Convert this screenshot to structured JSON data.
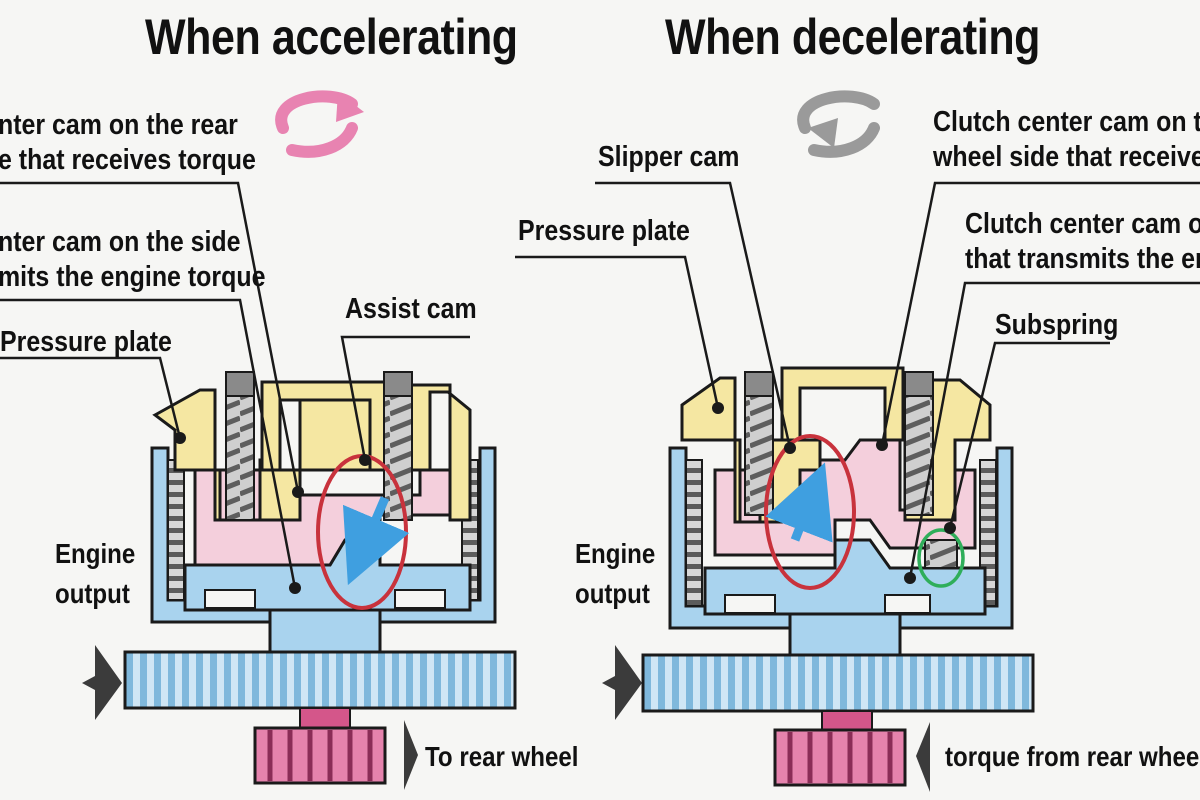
{
  "panels": [
    {
      "title": "When accelerating",
      "labels": {
        "cam_rear_line1": "nter cam on the rear",
        "cam_rear_line2": "e that receives torque",
        "cam_side_line1": "nter cam on the side",
        "cam_side_line2": "mits the engine torque",
        "pressure_plate": "Pressure plate",
        "assist_cam": "Assist cam",
        "engine_output_line1": "Engine",
        "engine_output_line2": "output",
        "to_rear_wheel": "To rear wheel"
      },
      "rotation_arrow_color": "#e883b1",
      "highlight_color": "#c8323c",
      "force_arrow": "down-left"
    },
    {
      "title": "When decelerating",
      "labels": {
        "slipper_cam": "Slipper cam",
        "pressure_plate": "Pressure plate",
        "cam_wheel_line1": "Clutch center cam on the",
        "cam_wheel_line2": "wheel side that receives",
        "cam_transmit_line1": "Clutch center cam on",
        "cam_transmit_line2": "that transmits the eng",
        "subspring": "Subspring",
        "engine_output_line1": "Engine",
        "engine_output_line2": "output",
        "torque_from_rear_wheel": "torque from rear wheel"
      },
      "rotation_arrow_color": "#9a9a9a",
      "highlight_color": "#c8323c",
      "subspring_highlight_color": "#2fae5a",
      "force_arrow": "up-right"
    }
  ],
  "colors": {
    "housing_blue": "#a9d3ee",
    "housing_blue_dark": "#6fb3dd",
    "pressure_plate_yellow": "#f5e7a2",
    "cam_pink": "#f4cfdc",
    "spring_gray": "#8a8a8a",
    "gear_pink": "#d4568a",
    "outline": "#1a1a1a"
  }
}
